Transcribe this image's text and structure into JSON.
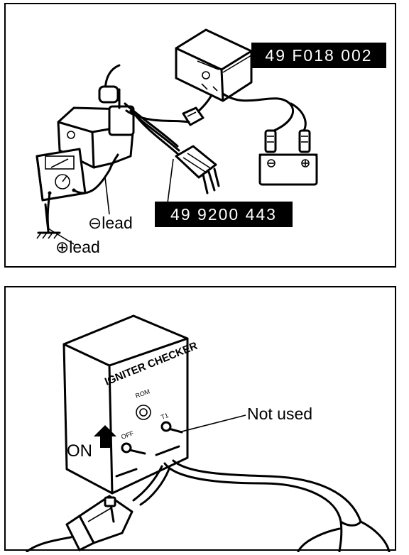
{
  "top_figure": {
    "part_labels": {
      "checker_tool": "49 F018 002",
      "adapter_harness": "49 9200 443"
    },
    "lead_labels": {
      "negative": "⊖lead",
      "positive": "⊕lead"
    }
  },
  "bottom_figure": {
    "checker_title": "IGNITER CHECKER",
    "switch_label": "ON",
    "callout": "Not used",
    "arrow_icon": "up-arrow-icon"
  }
}
